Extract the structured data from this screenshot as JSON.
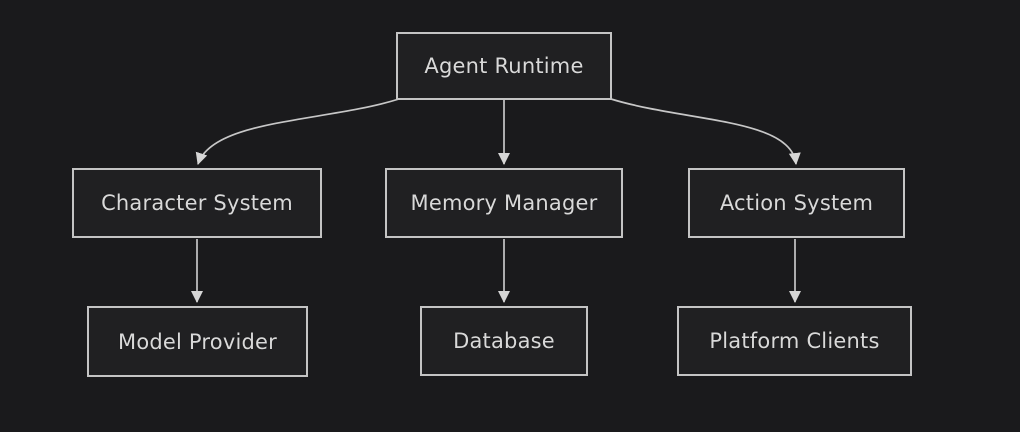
{
  "diagram": {
    "type": "tree",
    "colors": {
      "background": "#1a1a1c",
      "node_fill": "#202022",
      "node_border": "#c4c4c4",
      "connector": "#c7c7c7",
      "text": "#d9d9d9"
    },
    "nodes": [
      {
        "id": "agent-runtime",
        "label": "Agent Runtime",
        "level": 0
      },
      {
        "id": "character-system",
        "label": "Character System",
        "level": 1
      },
      {
        "id": "memory-manager",
        "label": "Memory Manager",
        "level": 1
      },
      {
        "id": "action-system",
        "label": "Action System",
        "level": 1
      },
      {
        "id": "model-provider",
        "label": "Model Provider",
        "level": 2
      },
      {
        "id": "database",
        "label": "Database",
        "level": 2
      },
      {
        "id": "platform-clients",
        "label": "Platform Clients",
        "level": 2
      }
    ],
    "edges": [
      {
        "from": "agent-runtime",
        "to": "character-system"
      },
      {
        "from": "agent-runtime",
        "to": "memory-manager"
      },
      {
        "from": "agent-runtime",
        "to": "action-system"
      },
      {
        "from": "character-system",
        "to": "model-provider"
      },
      {
        "from": "memory-manager",
        "to": "database"
      },
      {
        "from": "action-system",
        "to": "platform-clients"
      }
    ]
  }
}
